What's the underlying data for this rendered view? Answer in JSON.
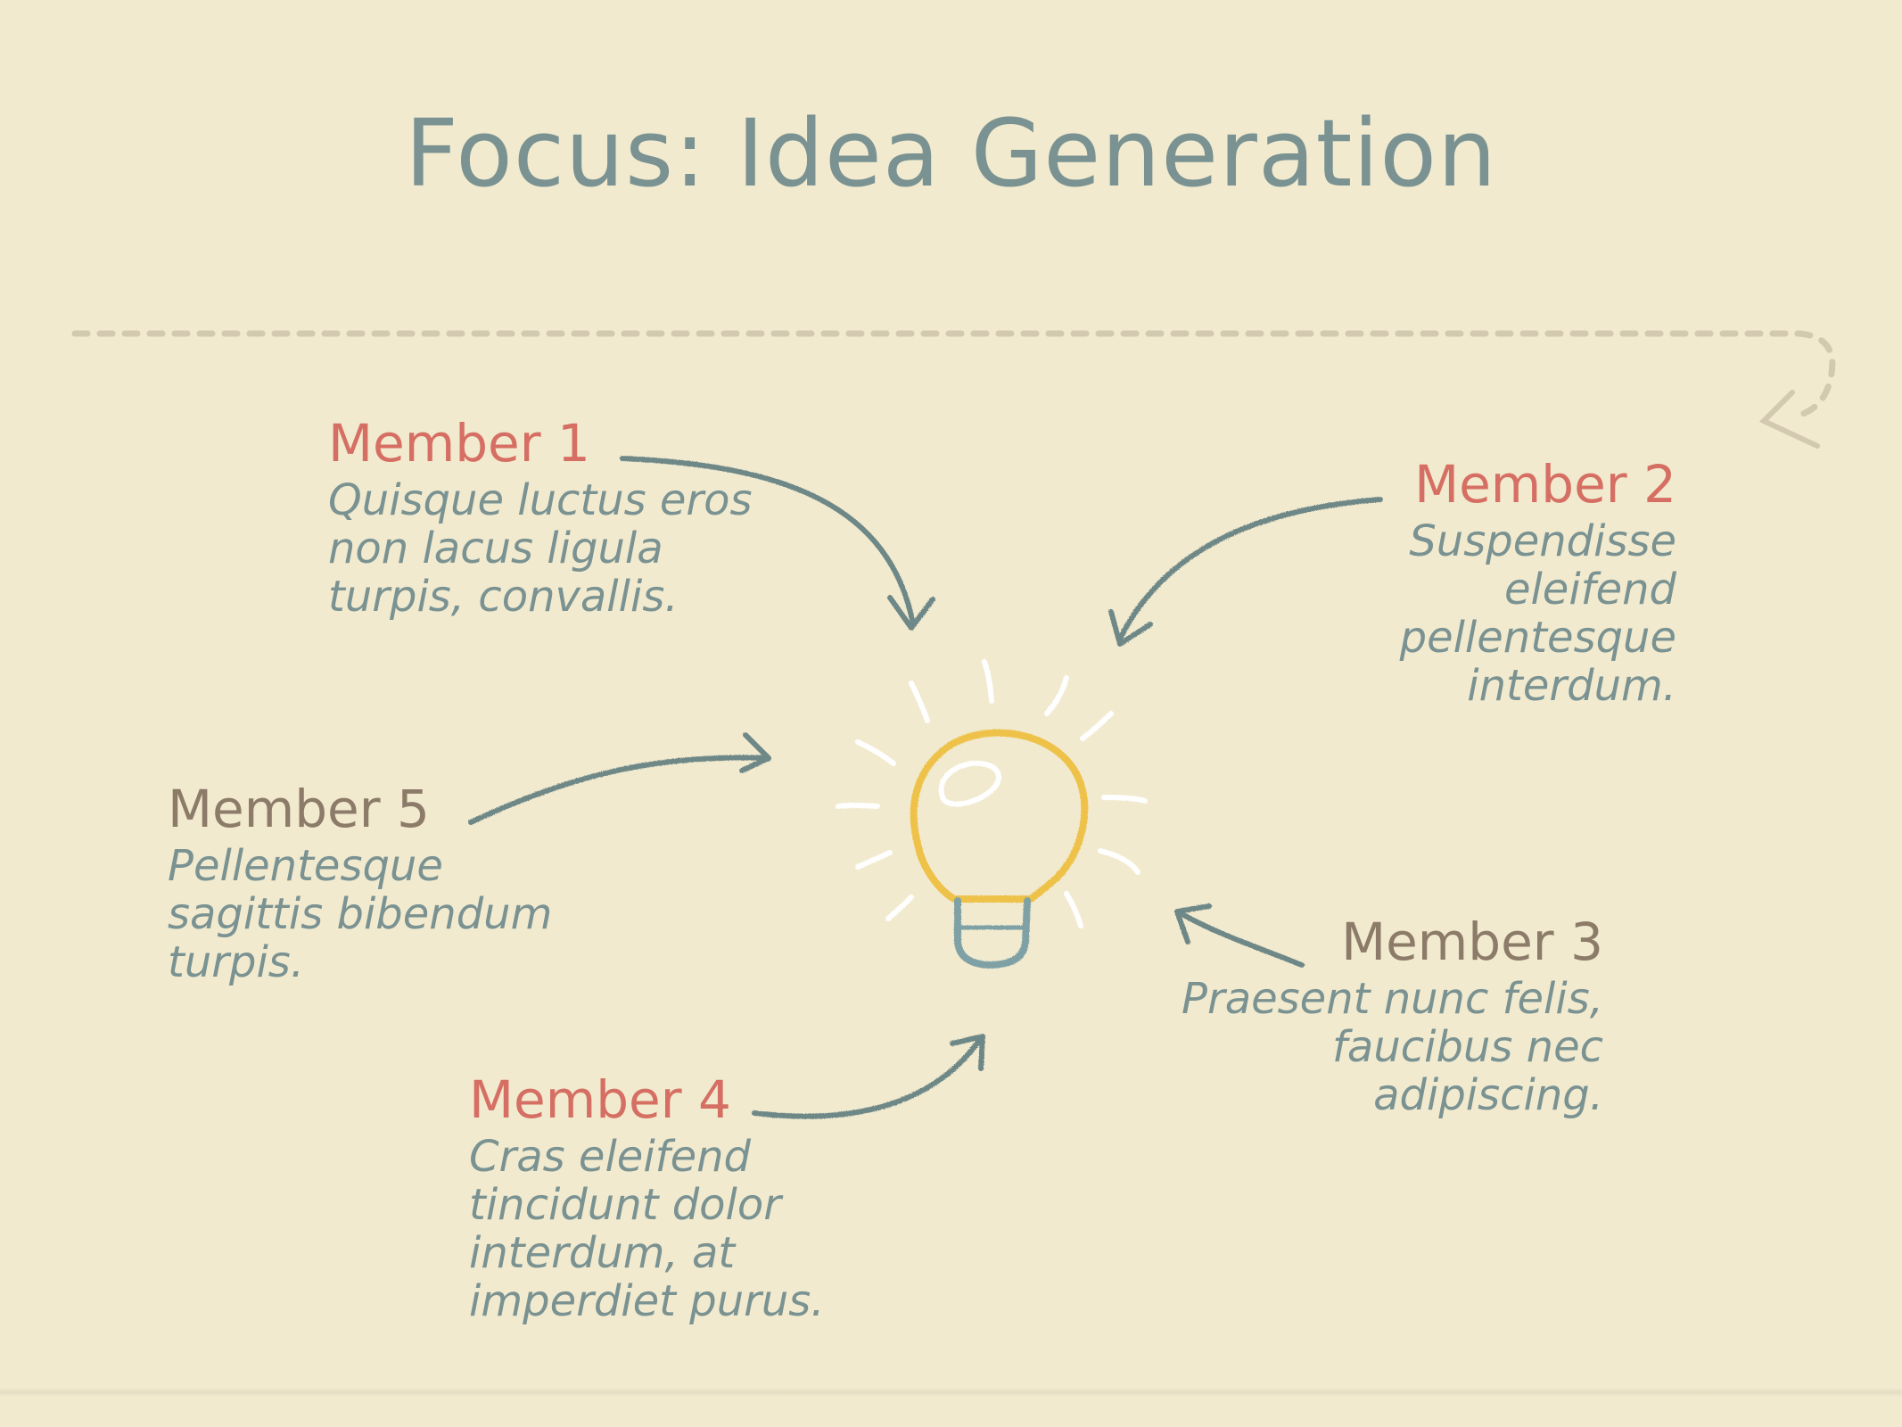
{
  "title": "Focus: Idea Generation",
  "colors": {
    "background": "#f1eacf",
    "title": "#7a9291",
    "accent_red": "#d66f63",
    "accent_brown": "#8c7b68",
    "arrow": "#6e8787",
    "bulb": "#eec14a",
    "bulb_base": "#7fa1a5",
    "rays": "#ffffff",
    "dashed_line": "#d3c8b0"
  },
  "icons": [
    "lightbulb-icon",
    "arrow-icon"
  ],
  "members": [
    {
      "name": "Member 1",
      "description": "Quisque luctus eros\nnon lacus ligula\nturpis, convallis."
    },
    {
      "name": "Member 2",
      "description": "Suspendisse\neleifend\npellentesque\ninterdum."
    },
    {
      "name": "Member 3",
      "description": "Praesent nunc felis,\nfaucibus nec\nadipiscing."
    },
    {
      "name": "Member 4",
      "description": "Cras eleifend\ntincidunt dolor\ninterdum, at\nimperdiet purus."
    },
    {
      "name": "Member 5",
      "description": "Pellentesque\nsagittis bibendum\nturpis."
    }
  ]
}
